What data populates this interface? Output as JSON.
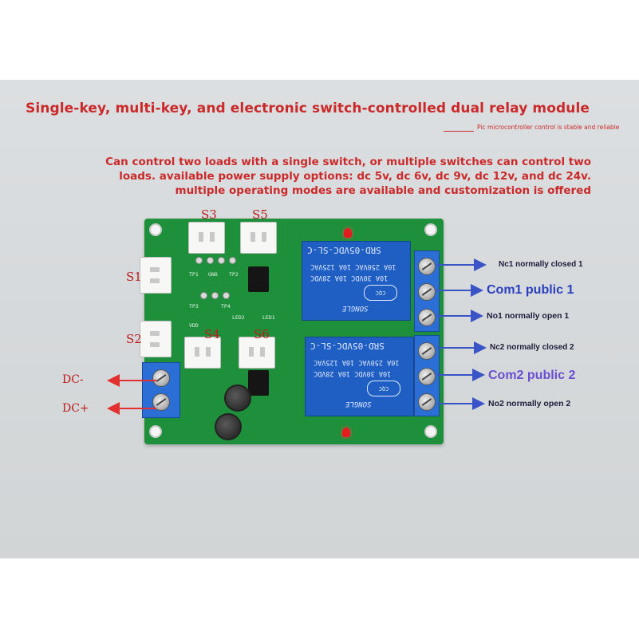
{
  "title": "Single-key, multi-key, and electronic switch-controlled dual relay module",
  "subtitle": "Pic microcontroller control is stable and reliable",
  "description": [
    "Can control two loads with a single switch, or multiple switches can control two",
    "loads. available power supply options: dc 5v, dc 6v, dc 9v, dc 12v, and dc 24v.",
    "multiple operating modes are available and customization is offered"
  ],
  "switch_labels": {
    "s1": "S1",
    "s2": "S2",
    "s3": "S3",
    "s4": "S4",
    "s5": "S5",
    "s6": "S6"
  },
  "power_labels": {
    "dc_minus": "DC-",
    "dc_plus": "DC+"
  },
  "terminal_labels": {
    "nc1": "Nc1 normally closed 1",
    "com1": "Com1 public 1",
    "no1": "No1 normally open 1",
    "nc2": "Nc2 normally closed 2",
    "com2": "Com2 public 2",
    "no2": "No2 normally open 2"
  },
  "relay_text": {
    "model": "SRD-05VDC-SL-C",
    "rating_ac": "10A 250VAC  10A 125VAC",
    "rating_dc": "10A 30VDC  10A 28VDC",
    "brand": "SONGLE"
  },
  "board_silk": {
    "tp1": "TP1",
    "tp2": "TP2",
    "tp3": "TP3",
    "tp4": "TP4",
    "vdd": "VDD",
    "led1": "LED1",
    "led2": "LED2",
    "gnd": "GND"
  },
  "colors": {
    "title_red": "#cc2a2a",
    "arrow_blue": "#3a54c8",
    "arrow_red": "#e23030",
    "com2_purple": "#6a4fd0"
  }
}
